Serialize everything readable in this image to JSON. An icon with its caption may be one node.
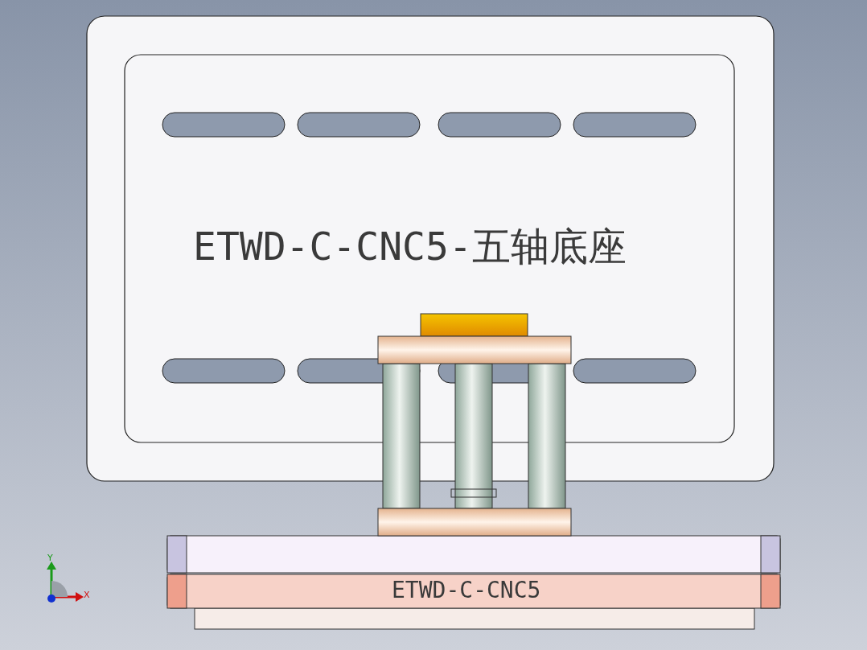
{
  "diagram": {
    "labels": [
      "ETWD-C-CNC5-五轴底座",
      "Y",
      "ETWD-C-CNC5",
      "X"
    ]
  }
}
